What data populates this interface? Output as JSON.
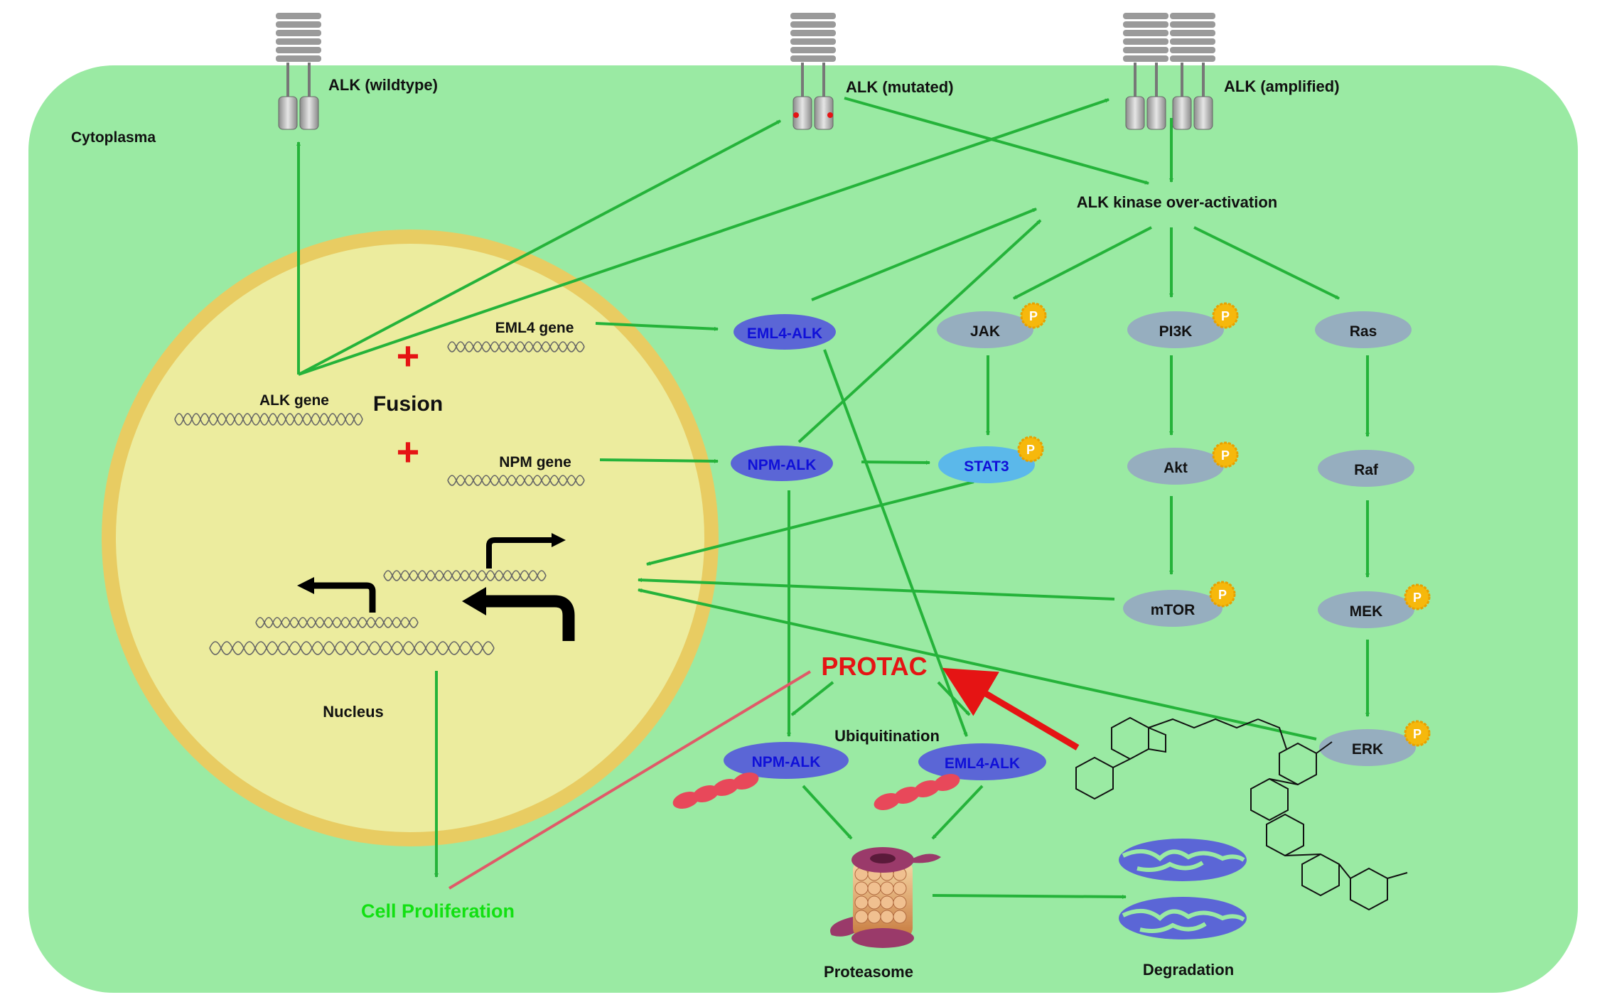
{
  "labels": {
    "cytoplasma": "Cytoplasma",
    "nucleus": "Nucleus",
    "alk_wildtype": "ALK (wildtype)",
    "alk_mutated": "ALK (mutated)",
    "alk_amplified": "ALK (amplified)",
    "alk_overactivation": "ALK kinase over-activation",
    "eml4_gene": "EML4 gene",
    "alk_gene": "ALK gene",
    "npm_gene": "NPM gene",
    "fusion": "Fusion",
    "plus_sign": "+",
    "cell_proliferation": "Cell Proliferation",
    "protac": "PROTAC",
    "ubiquitination": "Ubiquitination",
    "proteasome": "Proteasome",
    "degradation": "Degradation",
    "phospho": "P"
  },
  "nodes": {
    "eml4_alk": "EML4-ALK",
    "npm_alk": "NPM-ALK",
    "stat3": "STAT3",
    "jak": "JAK",
    "pi3k": "PI3K",
    "ras": "Ras",
    "akt": "Akt",
    "raf": "Raf",
    "mtor": "mTOR",
    "mek": "MEK",
    "erk": "ERK",
    "npm_alk_ub": "NPM-ALK",
    "eml4_alk_ub": "EML4-ALK"
  },
  "colors": {
    "cell": "#9aeaa3",
    "nucleus_fill": "#ecec9e",
    "nucleus_border": "#e8cc62",
    "arrow": "#25b33a",
    "protac": "#e51414",
    "fusion_protein": "#5b66d6",
    "stat3": "#5bb8ea",
    "kinase": "#96aebf",
    "phospho": "#f6b80c",
    "ubiquitin": "#e8485a",
    "proliferation": "#12e012"
  }
}
